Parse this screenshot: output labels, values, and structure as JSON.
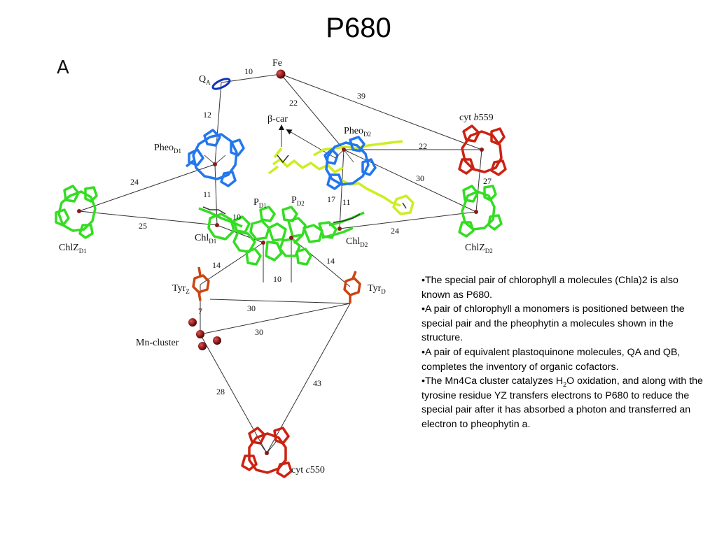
{
  "slide": {
    "title": "P680",
    "panel_label": "A"
  },
  "diagram": {
    "labels": {
      "qa": "Q",
      "qa_sub": "A",
      "fe": "Fe",
      "bcar": "β-car",
      "pheo_d1": "Pheo",
      "pheo_d1_sub": "D1",
      "pheo_d2": "Pheo",
      "pheo_d2_sub": "D2",
      "cyt_b559_prefix": "cyt ",
      "cyt_b559_italic": "b",
      "cyt_b559_num": "559",
      "chlz_d1": "ChlZ",
      "chlz_d1_sub": "D1",
      "chlz_d2": "ChlZ",
      "chlz_d2_sub": "D2",
      "p_d1": "P",
      "p_d1_sub": "D1",
      "p_d2": "P",
      "p_d2_sub": "D2",
      "chl_d1": "Chl",
      "chl_d1_sub": "D1",
      "chl_d2": "Chl",
      "chl_d2_sub": "D2",
      "tyr_z": "Tyr",
      "tyr_z_sub": "Z",
      "tyr_d": "Tyr",
      "tyr_d_sub": "D",
      "mn_cluster": "Mn-cluster",
      "cyt_c550_prefix": "cyt ",
      "cyt_c550_italic": "c",
      "cyt_c550_num": "550"
    },
    "distances": {
      "qa_fe": "10",
      "fe_pheo_d2": "22",
      "fe_cyt_b559": "39",
      "qa_pheo_d1": "12",
      "pheo_d1_chlz_d1": "24",
      "pheo_d1_chl_d1": "11",
      "chlz_d1_chl_d1": "25",
      "chl_d1_pd1": "10",
      "pheo_d2_cyt_b559": "22",
      "pheo_d2_chlz_d2": "30",
      "cyt_b559_chlz_d2": "27",
      "pheo_d2_chl_d2": "11",
      "pd2_pheo_d2": "17",
      "chl_d2_chlz_d2": "24",
      "pd1_tyr_z": "14",
      "pd2_tyr_d": "14",
      "pd1_pd2": "10",
      "tyr_z_mn": "7",
      "tyr_z_tyr_d": "30",
      "mn_tyr_d": "30",
      "mn_cyt_c550": "28",
      "tyr_d_cyt_c550": "43"
    },
    "colors": {
      "chlorophyll": "#33dd22",
      "pheophytin": "#2277ee",
      "heme": "#cc2211",
      "carotenoid": "#ccee22",
      "quinone": "#1133bb",
      "tyrosine": "#cc4411",
      "node": "#8b1a1a"
    }
  },
  "notes": {
    "b1": "•The special pair of chlorophyll a molecules (Chla)2 is also known as P680.",
    "b2": "•A pair of chlorophyll a monomers is positioned between the special pair and the pheophytin a molecules shown in the structure.",
    "b3": "•A pair of equivalent plastoquinone molecules, QA and QB, completes the inventory of organic cofactors.",
    "b4_a": "•The Mn4Ca cluster catalyzes H",
    "b4_sub": "2",
    "b4_b": "O oxidation, and along with the tyrosine residue YZ transfers electrons to P680 to reduce the special pair after it has absorbed a photon and transferred an electron to pheophytin a."
  }
}
